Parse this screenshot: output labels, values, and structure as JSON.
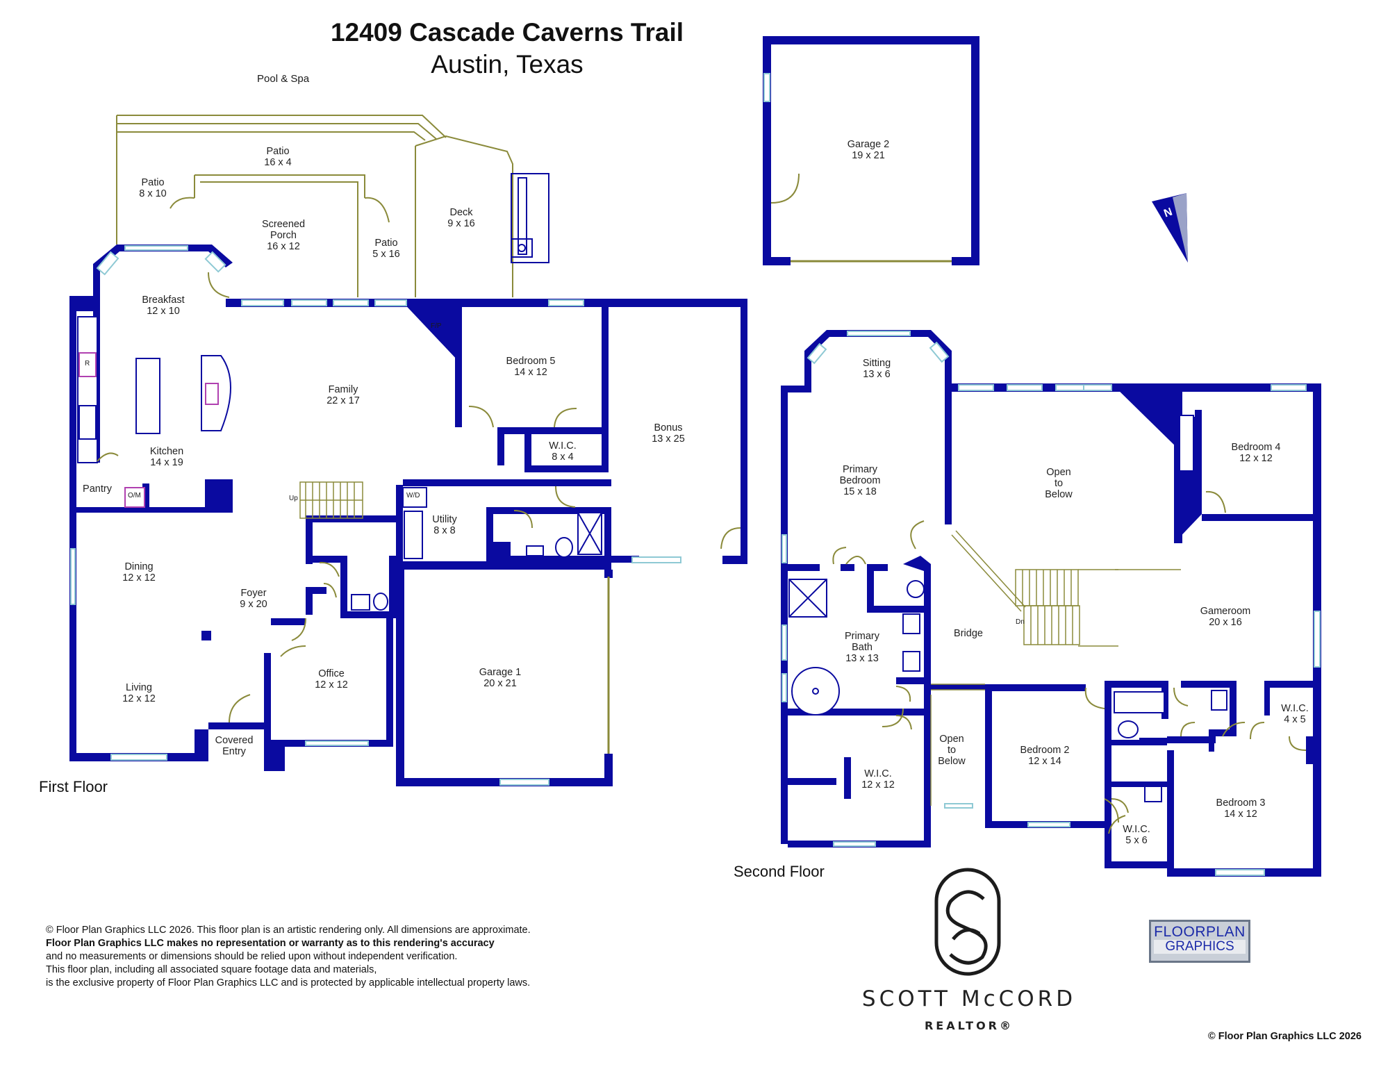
{
  "header": {
    "address": "12409 Cascade Caverns Trail",
    "city": "Austin, Texas"
  },
  "floors": {
    "first": "First Floor",
    "second": "Second Floor"
  },
  "outdoor": {
    "pool": "Pool & Spa"
  },
  "rooms_first": [
    {
      "key": "patio_top",
      "name": "Patio",
      "size": "16 x 4"
    },
    {
      "key": "patio_left",
      "name": "Patio",
      "size": "8 x 10"
    },
    {
      "key": "screened",
      "name": "Screened\nPorch",
      "size": "16 x 12"
    },
    {
      "key": "patio_right",
      "name": "Patio",
      "size": "5 x 16"
    },
    {
      "key": "deck",
      "name": "Deck",
      "size": "9 x 16"
    },
    {
      "key": "breakfast",
      "name": "Breakfast",
      "size": "12 x 10"
    },
    {
      "key": "family",
      "name": "Family",
      "size": "22 x 17"
    },
    {
      "key": "bedroom5",
      "name": "Bedroom 5",
      "size": "14 x 12"
    },
    {
      "key": "wic_1",
      "name": "W.I.C.",
      "size": "8 x 4"
    },
    {
      "key": "bonus",
      "name": "Bonus",
      "size": "13 x 25"
    },
    {
      "key": "kitchen",
      "name": "Kitchen",
      "size": "14 x 19"
    },
    {
      "key": "pantry",
      "name": "Pantry",
      "size": ""
    },
    {
      "key": "utility",
      "name": "Utility",
      "size": "8 x 8"
    },
    {
      "key": "dining",
      "name": "Dining",
      "size": "12 x 12"
    },
    {
      "key": "foyer",
      "name": "Foyer",
      "size": "9 x 20"
    },
    {
      "key": "office",
      "name": "Office",
      "size": "12 x 12"
    },
    {
      "key": "garage1",
      "name": "Garage 1",
      "size": "20 x 21"
    },
    {
      "key": "living",
      "name": "Living",
      "size": "12 x 12"
    },
    {
      "key": "covered",
      "name": "Covered\nEntry",
      "size": ""
    },
    {
      "key": "garage2",
      "name": "Garage 2",
      "size": "19 x 21"
    }
  ],
  "rooms_second": [
    {
      "key": "sitting",
      "name": "Sitting",
      "size": "13 x 6"
    },
    {
      "key": "primary_bed",
      "name": "Primary\nBedroom",
      "size": "15 x 18"
    },
    {
      "key": "open_below_1",
      "name": "Open\nto\nBelow",
      "size": ""
    },
    {
      "key": "bedroom4",
      "name": "Bedroom 4",
      "size": "12 x 12"
    },
    {
      "key": "gameroom",
      "name": "Gameroom",
      "size": "20 x 16"
    },
    {
      "key": "bridge",
      "name": "Bridge",
      "size": ""
    },
    {
      "key": "primary_bath",
      "name": "Primary\nBath",
      "size": "13 x 13"
    },
    {
      "key": "wic_primary",
      "name": "W.I.C.",
      "size": "12 x 12"
    },
    {
      "key": "open_below_2",
      "name": "Open\nto\nBelow",
      "size": ""
    },
    {
      "key": "bedroom2",
      "name": "Bedroom 2",
      "size": "12 x 14"
    },
    {
      "key": "wic_4x5",
      "name": "W.I.C.",
      "size": "4 x 5"
    },
    {
      "key": "bedroom3",
      "name": "Bedroom 3",
      "size": "14 x 12"
    },
    {
      "key": "wic_5x6",
      "name": "W.I.C.",
      "size": "5 x 6"
    }
  ],
  "fixtures": {
    "fp": "F/P",
    "wd": "W/D",
    "om": "O/M",
    "r": "R",
    "up": "Up",
    "dn": "Dn",
    "north": "N"
  },
  "disclaimer": [
    "© Floor Plan Graphics LLC 2026. This floor plan is an artistic rendering only. All dimensions are approximate.",
    "Floor Plan Graphics LLC makes no representation or warranty as to this rendering's accuracy",
    "and no measurements or dimensions should be relied upon without independent verification.",
    "This floor plan, including all associated square footage data and materials,",
    "is the exclusive property of Floor Plan Graphics LLC and is protected by applicable intellectual property laws."
  ],
  "copyright_footer": "© Floor Plan Graphics LLC 2026",
  "brand": {
    "name": "SCOTT McCORD",
    "sub": "REALTOR®"
  },
  "logo_fpg": {
    "line1": "FLOORPLAN",
    "line2": "GRAPHICS"
  },
  "colors": {
    "wall": "#0a0aa0",
    "window": "#a8e4ee",
    "outline": "#8a8a3a"
  }
}
